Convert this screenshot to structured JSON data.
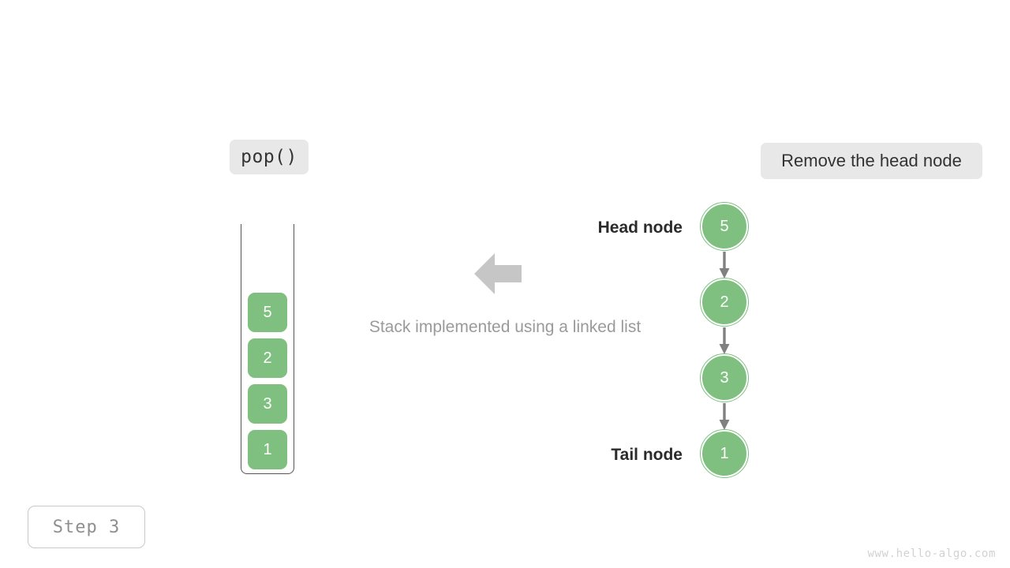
{
  "operation": {
    "label": "pop()"
  },
  "action": {
    "label": "Remove the head node"
  },
  "caption": {
    "text": "Stack implemented using a linked list"
  },
  "step": {
    "label": "Step 3"
  },
  "watermark": {
    "text": "www.hello-algo.com"
  },
  "colors": {
    "node_green": "#7fc080",
    "pill_gray": "#e8e8e8",
    "arrow_gray": "#c6c6c6",
    "link_gray": "#808080",
    "caption_gray": "#9a9a9a",
    "step_gray": "#8f8f8f"
  },
  "stack": {
    "cells": [
      {
        "value": "5"
      },
      {
        "value": "2"
      },
      {
        "value": "3"
      },
      {
        "value": "1"
      }
    ]
  },
  "linked_list": {
    "head_label": "Head node",
    "tail_label": "Tail node",
    "nodes": [
      {
        "value": "5"
      },
      {
        "value": "2"
      },
      {
        "value": "3"
      },
      {
        "value": "1"
      }
    ]
  }
}
